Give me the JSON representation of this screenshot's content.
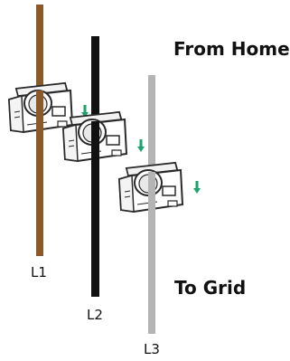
{
  "labels": {
    "from_home": "From Home",
    "to_grid": "To Grid",
    "l1": "L1",
    "l2": "L2",
    "l3": "L3"
  },
  "colors": {
    "wire_l1": "#8B5A2B",
    "wire_l2": "#111111",
    "wire_l3": "#B4B4B4",
    "clamp_fill": "#ffffff",
    "clamp_stroke": "#2a2a2a",
    "arrow": "#1aa36a"
  },
  "icons": {
    "clamp": "current-transformer-clamp-icon",
    "flow_arrow": "arrow-down-icon"
  }
}
